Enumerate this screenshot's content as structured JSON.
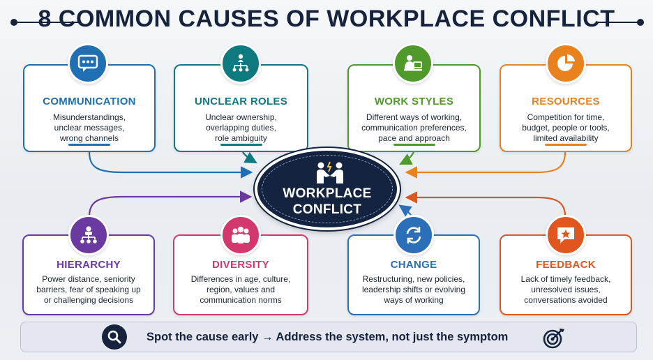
{
  "title": "8 COMMON CAUSES OF WORKPLACE CONFLICT",
  "center": {
    "line1": "WORKPLACE",
    "line2": "CONFLICT",
    "icon": "handshake-conflict-icon"
  },
  "cards": [
    {
      "key": "communication",
      "title": "COMMUNICATION",
      "lines": [
        "Misunderstandings,",
        "unclear messages,",
        "wrong channels"
      ],
      "color": "#1f6fb5",
      "icon": "chat-bubble-icon"
    },
    {
      "key": "roles",
      "title": "UNCLEAR ROLES",
      "lines": [
        "Unclear ownership,",
        "overlapping duties,",
        "role ambiguity"
      ],
      "color": "#0e7a80",
      "icon": "org-chart-icon"
    },
    {
      "key": "workstyles",
      "title": "WORK STYLES",
      "lines": [
        "Different ways of working,",
        "communication preferences,",
        "pace and approach"
      ],
      "color": "#4f9a2a",
      "icon": "person-laptop-icon"
    },
    {
      "key": "resources",
      "title": "RESOURCES",
      "lines": [
        "Competition for time,",
        "budget, people or tools,",
        "limited availability"
      ],
      "color": "#e8811e",
      "icon": "pie-chart-icon"
    },
    {
      "key": "hierarchy",
      "title": "HIERARCHY",
      "lines": [
        "Power distance, seniority",
        "barriers, fear of speaking up",
        "or challenging decisions"
      ],
      "color": "#6b3aa0",
      "icon": "hierarchy-icon"
    },
    {
      "key": "diversity",
      "title": "DIVERSITY",
      "lines": [
        "Differences in age, culture,",
        "region, values and",
        "communication norms"
      ],
      "color": "#d2386e",
      "icon": "group-icon"
    },
    {
      "key": "change",
      "title": "CHANGE",
      "lines": [
        "Restructuring, new policies,",
        "leadership shifts or evolving",
        "ways of working"
      ],
      "color": "#2a6fb8",
      "icon": "refresh-icon"
    },
    {
      "key": "feedback",
      "title": "FEEDBACK",
      "lines": [
        "Lack of timely feedback,",
        "unresolved issues,",
        "conversations avoided"
      ],
      "color": "#e0561e",
      "icon": "feedback-star-icon"
    }
  ],
  "footer": {
    "text": "Spot the cause early → Address the system, not just the symptom",
    "left_icon": "search-icon",
    "right_icon": "target-icon"
  }
}
